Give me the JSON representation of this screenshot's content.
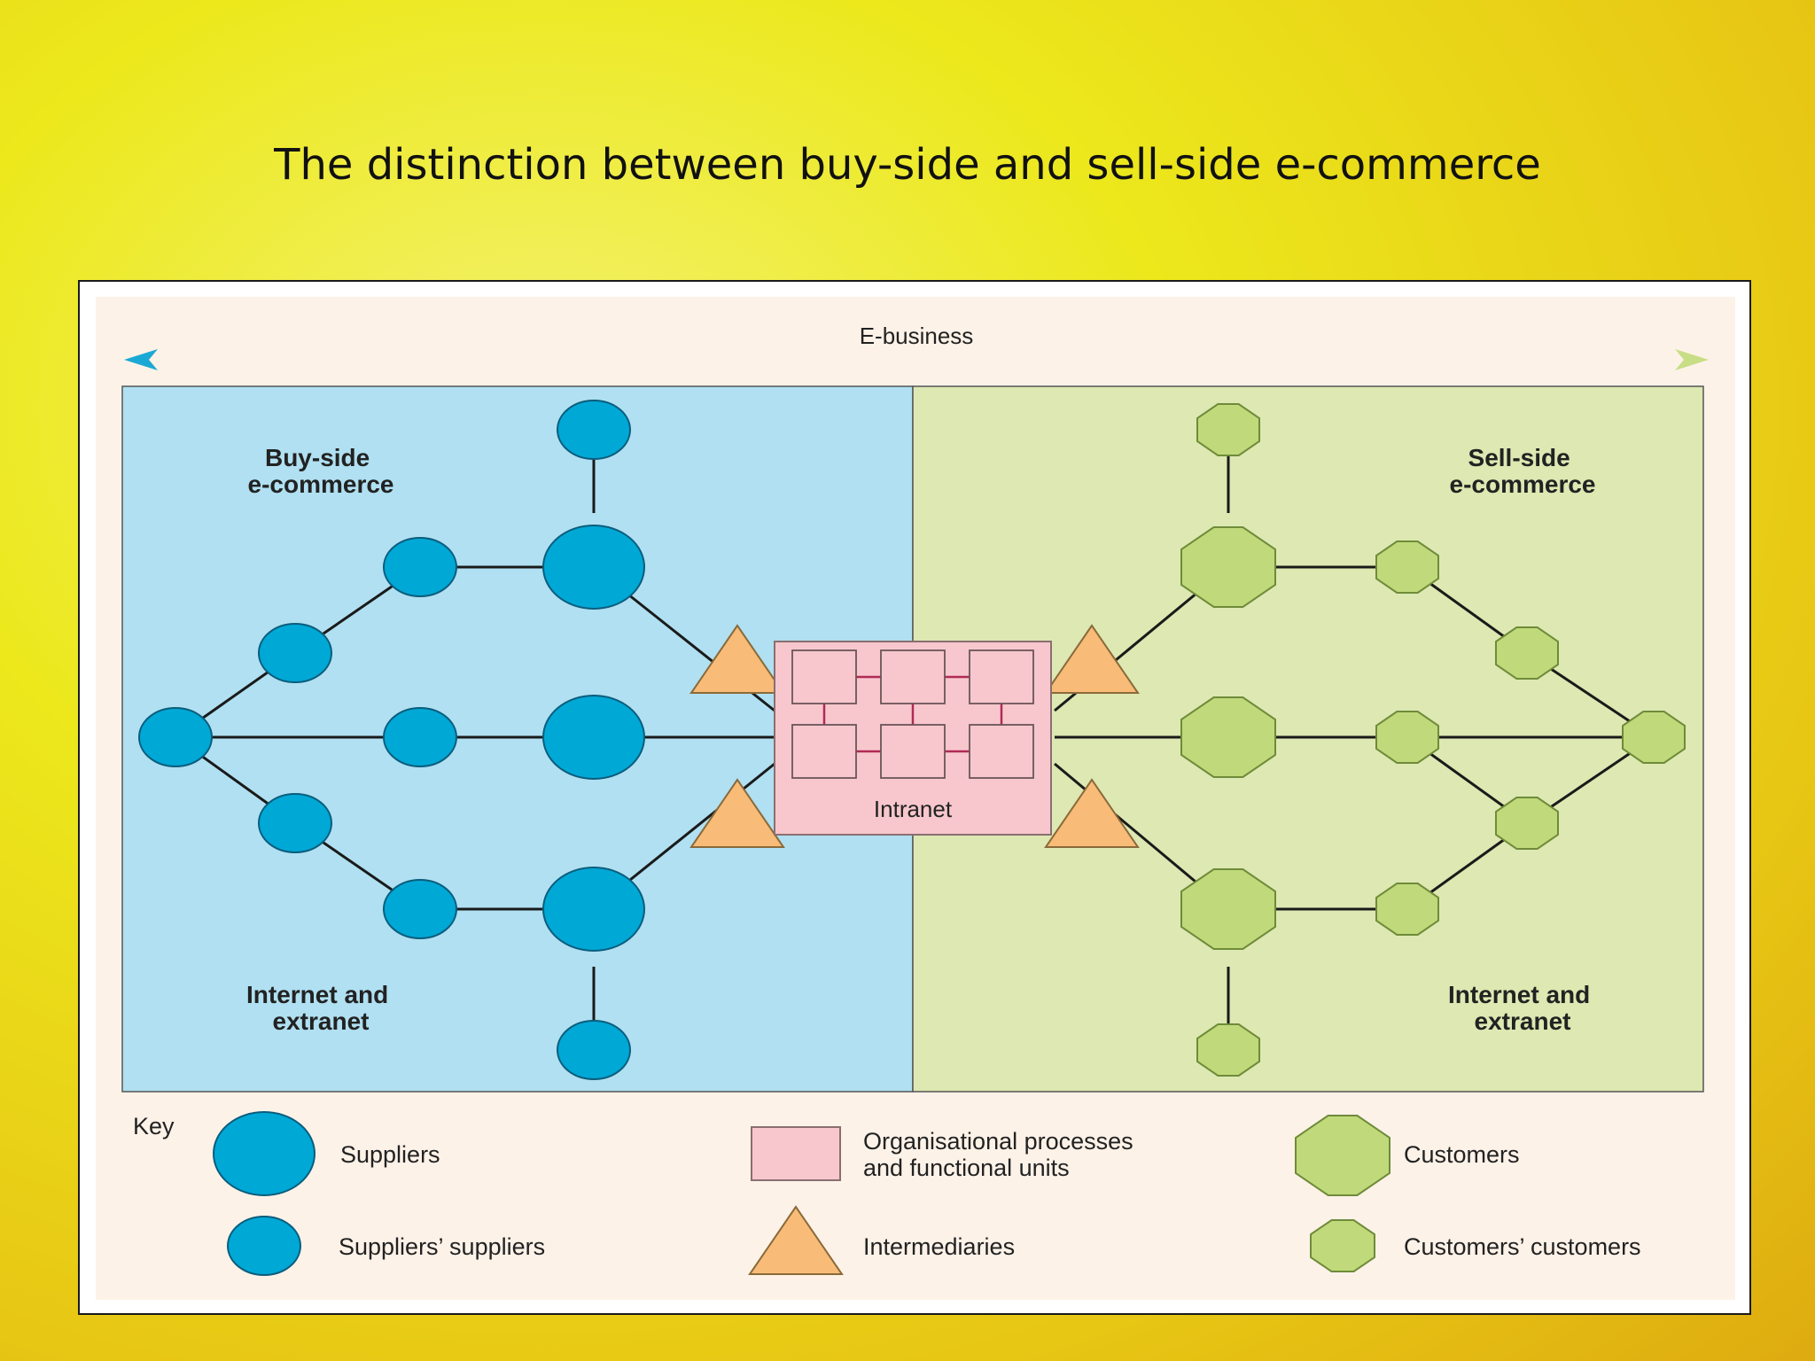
{
  "title": "The distinction between buy-side and sell-side e-commerce",
  "diagram": {
    "ebusiness_label": "E-business",
    "buy_side_label": [
      "Buy-side",
      "e-commerce"
    ],
    "sell_side_label": [
      "Sell-side",
      "e-commerce"
    ],
    "buy_network_label": [
      "Internet and",
      "extranet"
    ],
    "sell_network_label": [
      "Internet and",
      "extranet"
    ],
    "intranet_label": "Intranet"
  },
  "key": {
    "title": "Key",
    "suppliers": "Suppliers",
    "suppliers_suppliers": "Suppliers’ suppliers",
    "org_processes": [
      "Organisational processes",
      "and functional units"
    ],
    "intermediaries": "Intermediaries",
    "customers": "Customers",
    "customers_customers": "Customers’ customers"
  },
  "colors": {
    "buy_panel": "#b0e0f2",
    "sell_panel": "#dde8b2",
    "supplier": "#00a8d6",
    "customer": "#c0d97a",
    "intermediary": "#f8bc78",
    "intranet": "#f7c7cd",
    "diagram_bg": "#fdf2e8"
  }
}
